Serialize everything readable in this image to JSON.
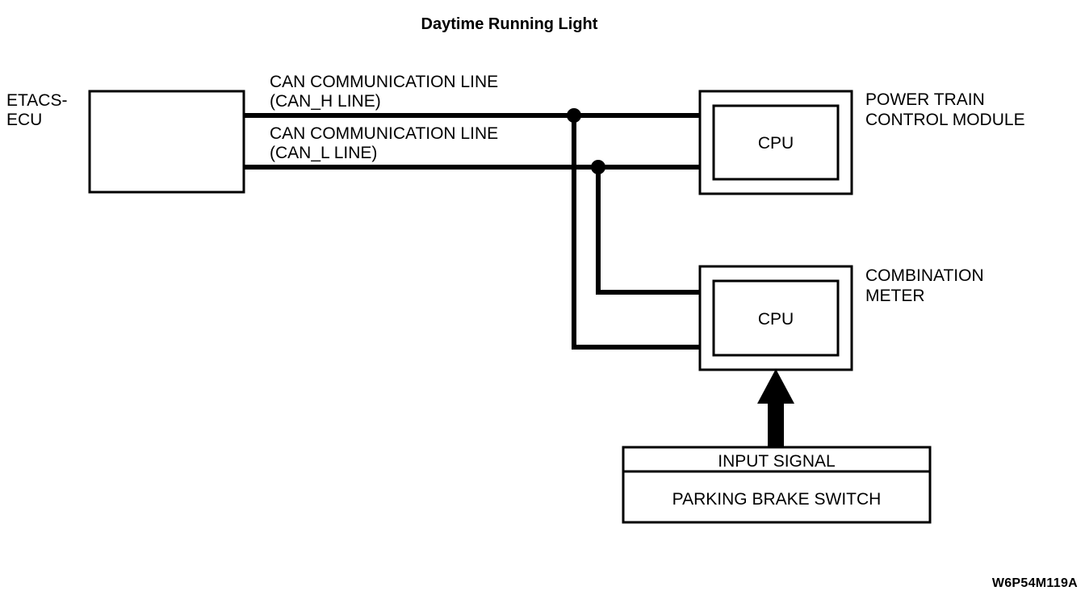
{
  "diagram": {
    "title": "Daytime Running Light",
    "reference_code": "W6P54M119A",
    "nodes": {
      "etacs": {
        "label": "ETACS-",
        "label_line2": "ECU"
      },
      "powertrain": {
        "label_line1": "POWER TRAIN",
        "label_line2": "CONTROL MODULE",
        "inner_label": "CPU"
      },
      "combination_meter": {
        "label_line1": "COMBINATION",
        "label_line2": "METER",
        "inner_label": "CPU"
      },
      "parking_brake": {
        "header": "INPUT SIGNAL",
        "body": "PARKING BRAKE SWITCH"
      }
    },
    "wires": {
      "can_h_line1": "CAN COMMUNICATION LINE",
      "can_h_line2": "(CAN_H LINE)",
      "can_l_line1": "CAN COMMUNICATION LINE",
      "can_l_line2": "(CAN_L LINE)"
    },
    "colors": {
      "background": "#ffffff",
      "ink": "#000000"
    }
  }
}
